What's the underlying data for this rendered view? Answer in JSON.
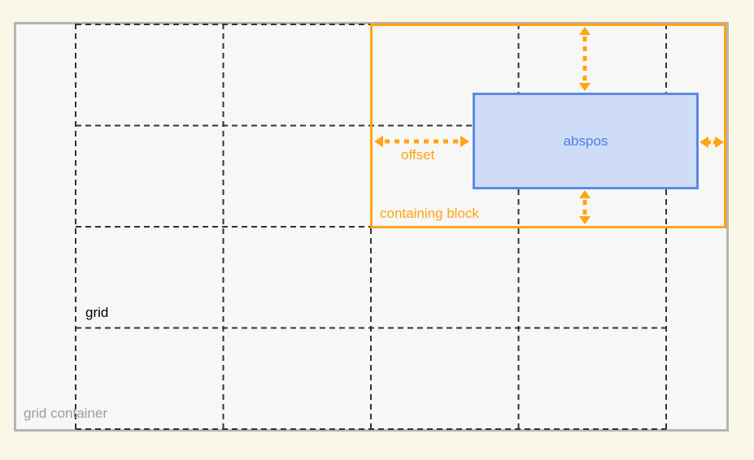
{
  "diagram": {
    "labels": {
      "abspos": "abspos",
      "offset": "offset",
      "containing_block": "containing block",
      "grid": "grid",
      "grid_container": "grid container"
    },
    "grid": {
      "columns": 4,
      "rows": 4
    },
    "colors": {
      "background": "#faf7e7",
      "container_fill": "#f7f7f5",
      "container_border": "#b5b5b5",
      "grid_line": "#333333",
      "accent_orange": "#ffa412",
      "abspos_fill": "#cfdcf7",
      "abspos_border": "#5b8ae8",
      "abspos_text": "#4a80e8",
      "grid_label_text": "#000000",
      "grid_container_label_text": "#9b9b9b"
    }
  }
}
